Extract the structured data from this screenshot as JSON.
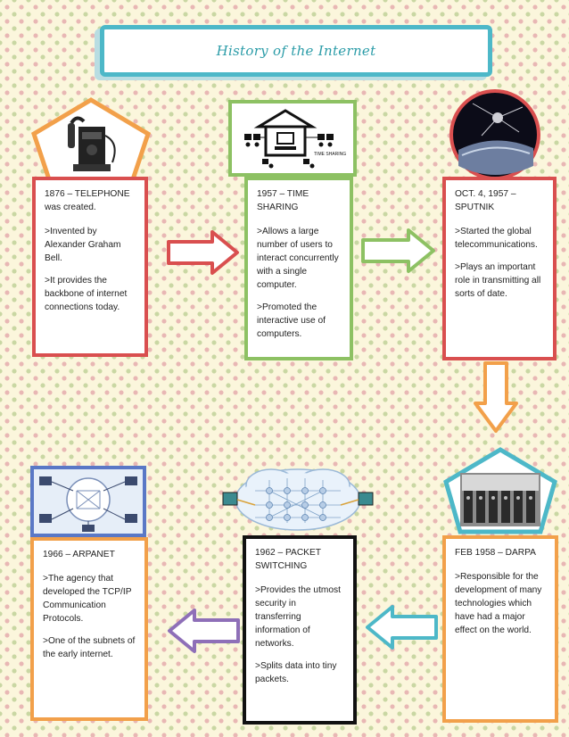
{
  "title": "History of the Internet",
  "cards": [
    {
      "id": "telephone",
      "heading": "1876 – TELEPHONE was created.",
      "points": [
        ">Invented by Alexander Graham Bell.",
        ">It provides the backbone of internet connections today."
      ]
    },
    {
      "id": "time-sharing",
      "heading": "1957 – TIME SHARING",
      "points": [
        ">Allows a large number of users to interact concurrently with a single computer.",
        ">Promoted the interactive use of computers."
      ]
    },
    {
      "id": "sputnik",
      "heading": "OCT. 4, 1957 – SPUTNIK",
      "points": [
        ">Started the global telecommunications.",
        ">Plays an important role in transmitting all sorts of date."
      ]
    },
    {
      "id": "arpanet",
      "heading": "1966 – ARPANET",
      "points": [
        ">The agency that developed the TCP/IP Communication Protocols.",
        ">One of the subnets of the early internet."
      ]
    },
    {
      "id": "packet-switching",
      "heading": "1962 – PACKET SWITCHING",
      "points": [
        ">Provides the utmost security in transferring information of networks.",
        ">Splits data into tiny packets."
      ]
    },
    {
      "id": "darpa",
      "heading": "FEB 1958 – DARPA",
      "points": [
        ">Responsible for the development of many technologies which have had a major effect on the world."
      ]
    }
  ],
  "images": {
    "time_sharing_caption": "TIME SHARING"
  },
  "colors": {
    "red": "#d94f4f",
    "green": "#8dc163",
    "orange": "#f2a04a",
    "teal": "#4db8c8",
    "purple": "#8e6fb8",
    "black": "#111111"
  }
}
